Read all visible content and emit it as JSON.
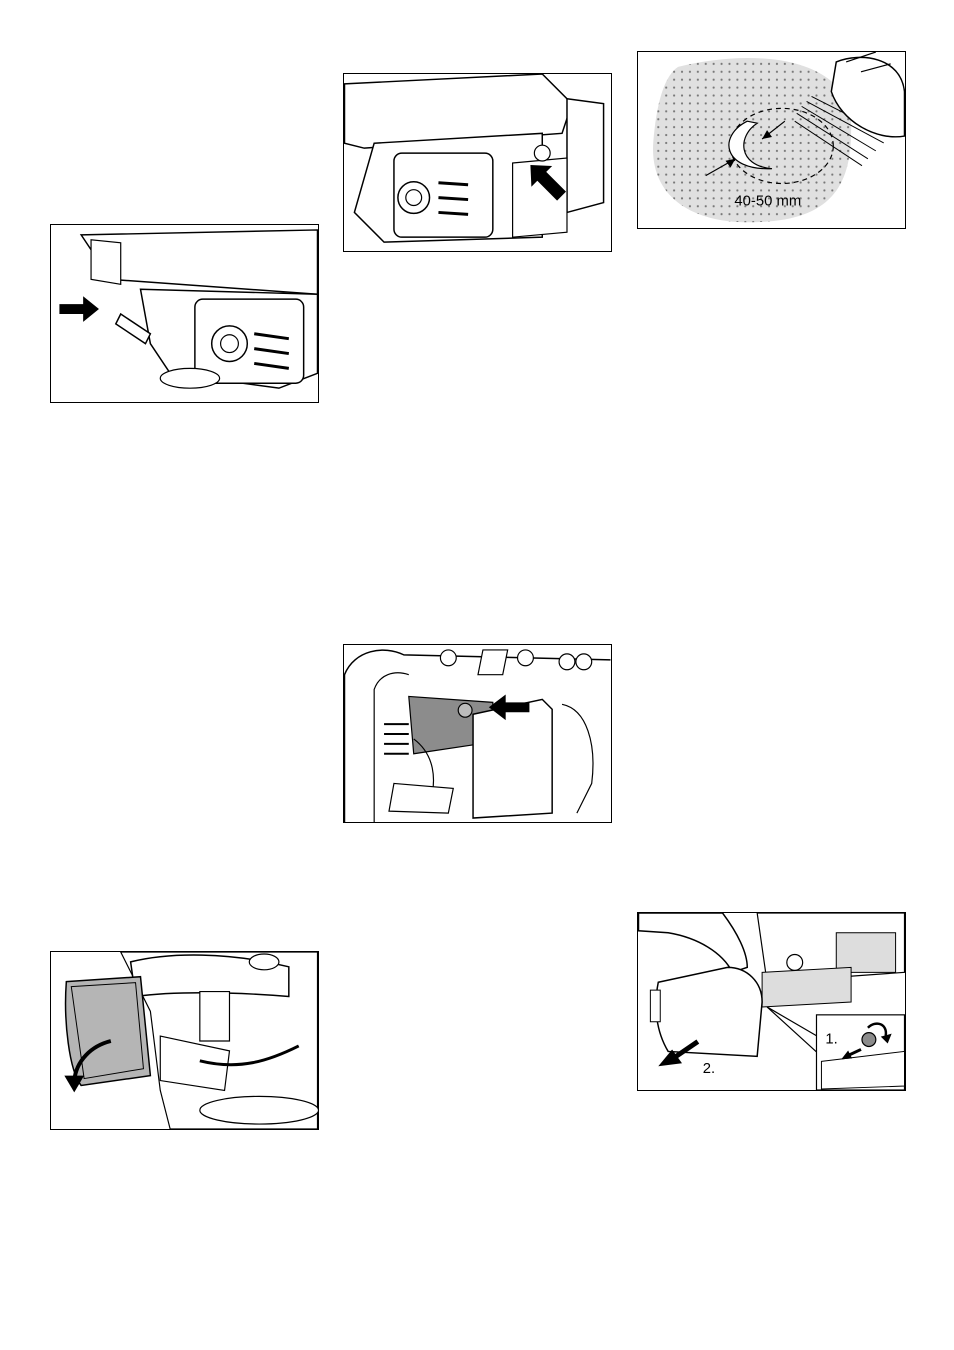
{
  "figures": {
    "brush_width": {
      "measurement": "40-50 mm"
    },
    "side_cover": {
      "step_1": "1.",
      "step_2": "2."
    }
  },
  "colors": {
    "line": "#000000",
    "fill_light": "#ffffff",
    "fill_grey": "#d9d9d9",
    "fill_dark": "#8c8c8c"
  }
}
